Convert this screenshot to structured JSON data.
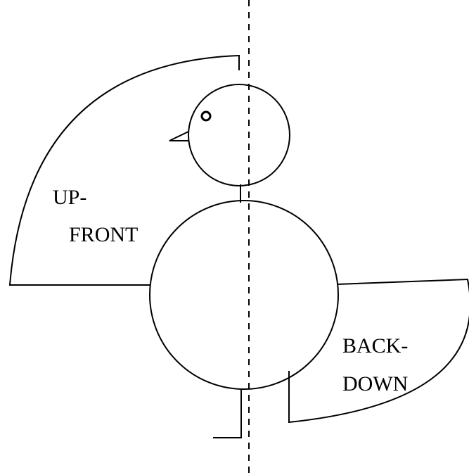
{
  "labels": {
    "up_front_line1": "UP-",
    "up_front_line2": "FRONT",
    "back_down_line1": "BACK-",
    "back_down_line2": "DOWN"
  },
  "colors": {
    "line": "#000000",
    "background": "#ffffff"
  }
}
